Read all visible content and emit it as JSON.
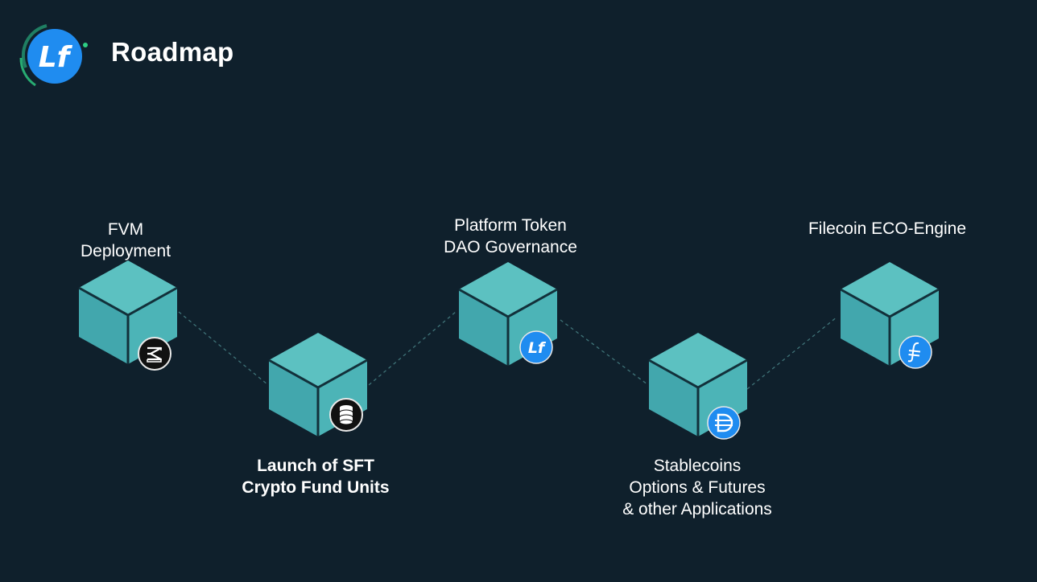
{
  "header": {
    "title": "Roadmap"
  },
  "stages": [
    {
      "lines": [
        "FVM",
        "Deployment"
      ],
      "badge_icon": "stacked-layers-icon"
    },
    {
      "lines": [
        "Launch of SFT",
        "Crypto Fund Units"
      ],
      "badge_icon": "coin-stack-icon"
    },
    {
      "lines": [
        "Platform Token",
        "DAO Governance"
      ],
      "badge_icon": "lf-logo-icon"
    },
    {
      "lines": [
        "Stablecoins",
        "Options & Futures",
        "& other Applications"
      ],
      "badge_icon": "dai-icon"
    },
    {
      "lines": [
        "Filecoin ECO-Engine"
      ],
      "badge_icon": "filecoin-icon"
    }
  ],
  "colors": {
    "background": "#0f202c",
    "cube_top": "#5cc1c1",
    "cube_left": "#42a7ad",
    "cube_right": "#4cb4b7",
    "cube_edge": "#12303a",
    "badge_blue": "#1f8cf0",
    "accent_green": "#2ecf84"
  }
}
